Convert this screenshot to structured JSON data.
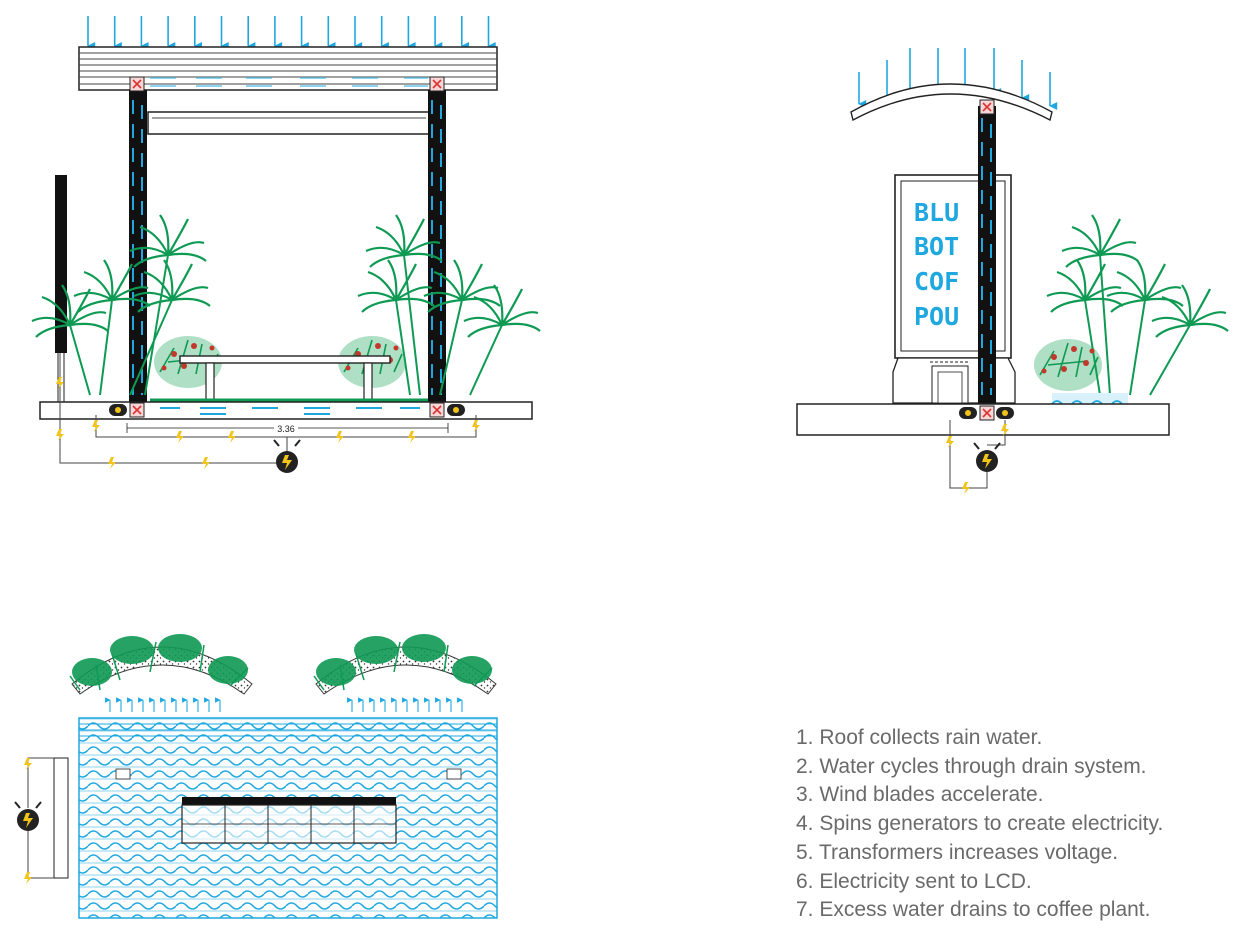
{
  "colors": {
    "water": "#1fa8e0",
    "plant": "#0f9a54",
    "flower": "#c0392b",
    "electric": "#f2c41a",
    "structure": "#111111",
    "text": "#6a6a6a"
  },
  "front_view": {
    "dimension_label": "3.36"
  },
  "side_view": {
    "sign_lines": [
      "BLU",
      "BOT",
      "COF",
      "POU"
    ]
  },
  "steps": [
    "1. Roof collects rain water.",
    "2. Water cycles through drain system.",
    "3. Wind blades accelerate.",
    "4. Spins generators to create electricity.",
    "5. Transformers increases voltage.",
    "6. Electricity sent to LCD.",
    "7. Excess water drains to coffee plant."
  ],
  "icons": [
    "rain-arrow-icon",
    "generator-icon",
    "transformer-icon",
    "lightning-icon",
    "palm-plant-icon",
    "flower-shrub-icon",
    "wind-blade-icon"
  ]
}
